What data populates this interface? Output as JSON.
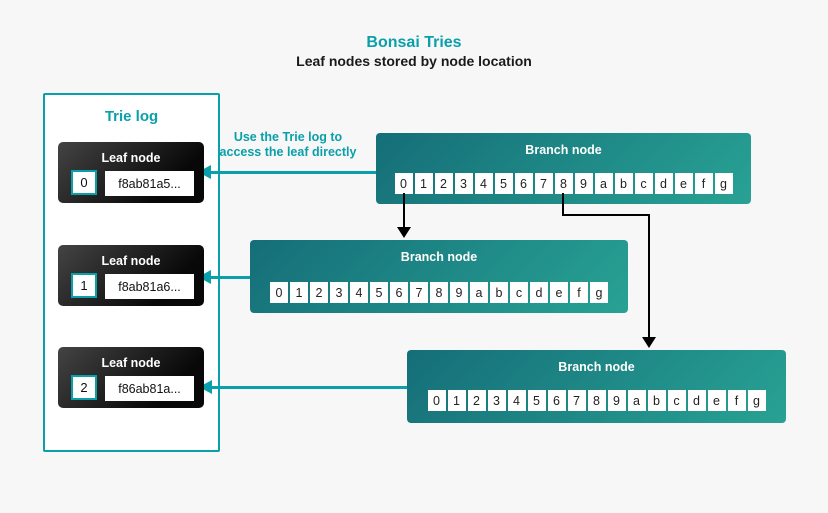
{
  "title": "Bonsai Tries",
  "subtitle": "Leaf nodes stored by node location",
  "colors": {
    "accent_teal": "#0aa0ab",
    "background": "#f7f7f7",
    "branch_gradient_start": "#156e78",
    "branch_gradient_end": "#28a294",
    "leaf_gradient_start": "#444444",
    "leaf_gradient_end": "#080808",
    "arrow_black": "#000000"
  },
  "trie_log": {
    "title": "Trie log",
    "leaf_label": "Leaf node",
    "leaves": [
      {
        "index": "0",
        "hash": "f8ab81a5..."
      },
      {
        "index": "1",
        "hash": "f8ab81a6..."
      },
      {
        "index": "2",
        "hash": "f86ab81a..."
      }
    ]
  },
  "annotation": {
    "line1": "Use the Trie log to",
    "line2": "access the leaf directly"
  },
  "branch_nodes": [
    {
      "label": "Branch node",
      "cells": [
        "0",
        "1",
        "2",
        "3",
        "4",
        "5",
        "6",
        "7",
        "8",
        "9",
        "a",
        "b",
        "c",
        "d",
        "e",
        "f",
        "g"
      ]
    },
    {
      "label": "Branch node",
      "cells": [
        "0",
        "1",
        "2",
        "3",
        "4",
        "5",
        "6",
        "7",
        "8",
        "9",
        "a",
        "b",
        "c",
        "d",
        "e",
        "f",
        "g"
      ]
    },
    {
      "label": "Branch node",
      "cells": [
        "0",
        "1",
        "2",
        "3",
        "4",
        "5",
        "6",
        "7",
        "8",
        "9",
        "a",
        "b",
        "c",
        "d",
        "e",
        "f",
        "g"
      ]
    }
  ]
}
